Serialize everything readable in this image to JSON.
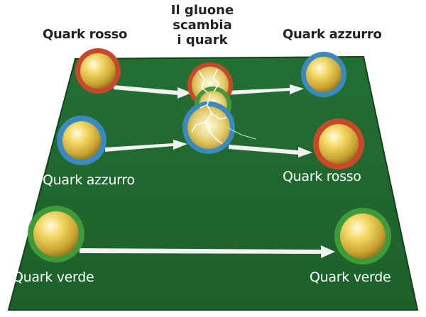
{
  "title": {
    "line1": "Il gluone scambia",
    "line2": "i quark"
  },
  "labels": {
    "top_left": "Quark rosso",
    "top_right": "Quark azzurro",
    "middle_left": "Quark azzurro",
    "middle_right": "Quark rosso",
    "bottom_left": "Quark verde",
    "bottom_right": "Quark verde"
  },
  "colors": {
    "board": "#1f6b2f",
    "board_edge": "#0f3d18",
    "quark_core": "#e8c640",
    "ring_red": "#c9482a",
    "ring_blue": "#3a8ac0",
    "ring_green": "#3e9a3a",
    "arrow": "#f4f4f4"
  },
  "quarks": [
    {
      "name": "quark-red-top-left",
      "ring": "red"
    },
    {
      "name": "quark-blue-top-right",
      "ring": "blue"
    },
    {
      "name": "quark-blue-middle-left",
      "ring": "blue"
    },
    {
      "name": "quark-red-middle-right",
      "ring": "red"
    },
    {
      "name": "quark-green-bottom-left",
      "ring": "green"
    },
    {
      "name": "quark-green-bottom-right",
      "ring": "green"
    }
  ]
}
